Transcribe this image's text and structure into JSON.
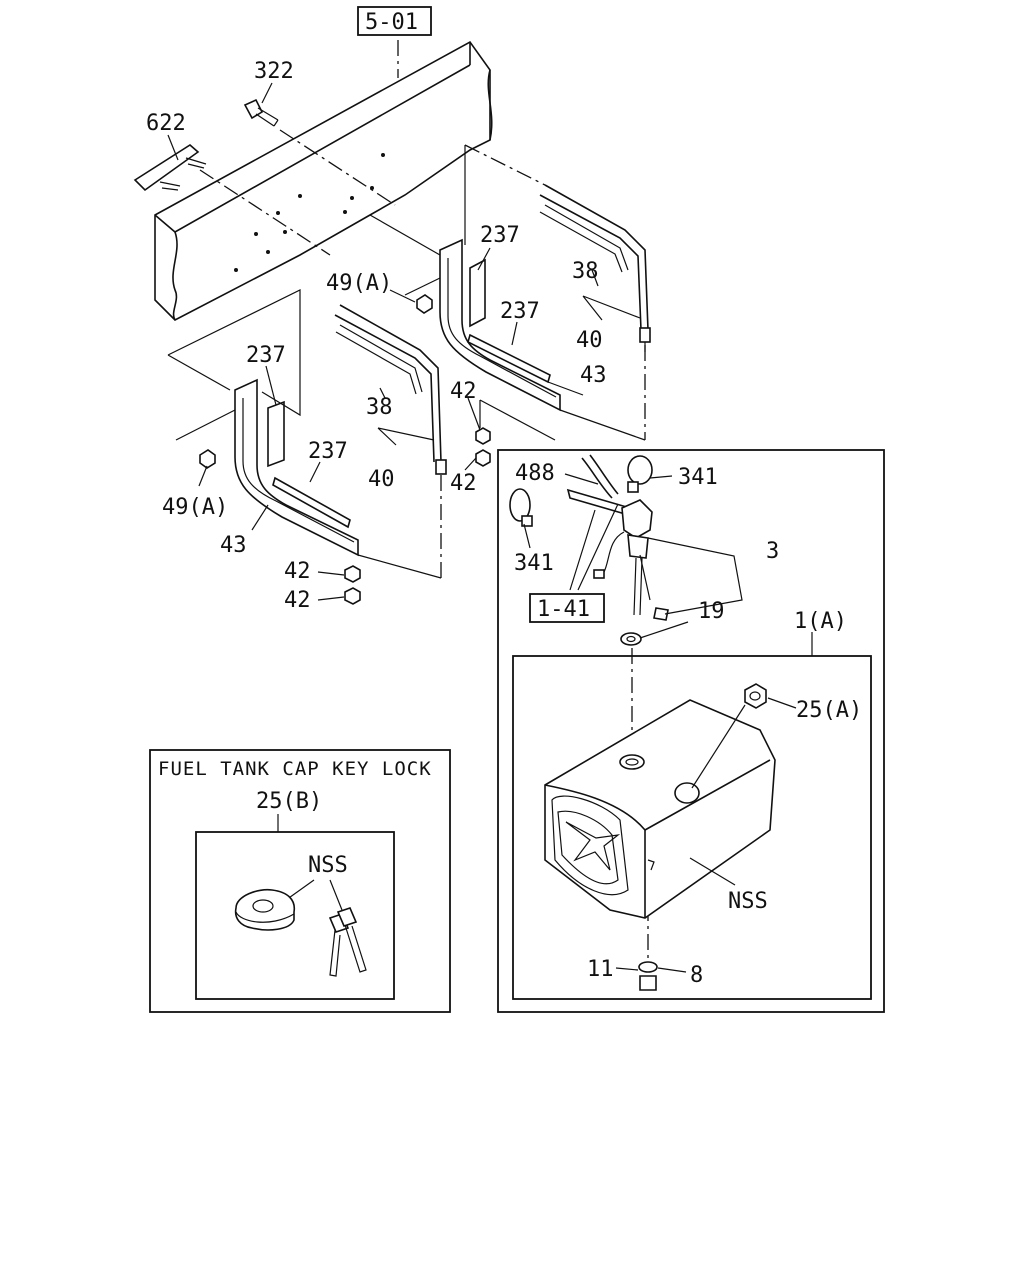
{
  "callouts": {
    "ref_5_01": "5-01",
    "ref_1_41": "1-41",
    "p322": "322",
    "p622": "622",
    "p237_a": "237",
    "p237_b": "237",
    "p237_c": "237",
    "p237_d": "237",
    "p38_a": "38",
    "p38_b": "38",
    "p40_a": "40",
    "p40_b": "40",
    "p43_a": "43",
    "p43_b": "43",
    "p42_a": "42",
    "p42_b": "42",
    "p42_c": "42",
    "p42_d": "42",
    "p49a_a": "49(A)",
    "p49a_b": "49(A)",
    "p488": "488",
    "p341_a": "341",
    "p341_b": "341",
    "p3": "3",
    "p19": "19",
    "p1a": "1(A)",
    "p25a": "25(A)",
    "nss_tank": "NSS",
    "p11": "11",
    "p8": "8"
  },
  "inset": {
    "title": "FUEL TANK CAP KEY LOCK",
    "p25b": "25(B)",
    "nss_key": "NSS"
  }
}
